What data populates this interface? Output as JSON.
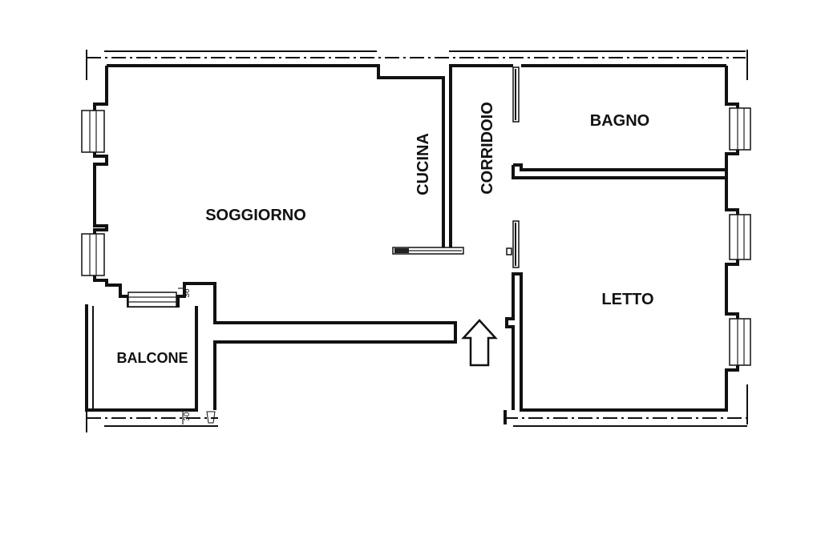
{
  "rooms": {
    "soggiorno": "SOGGIORNO",
    "cucina": "CUCINA",
    "corridoio": "CORRIDOIO",
    "bagno": "BAGNO",
    "letto": "LETTO",
    "balcone": "BALCONE"
  },
  "dimensions": {
    "balcony_right": "36",
    "balcony_bottom": "30"
  },
  "icons": {
    "entrance": "up-arrow-icon"
  }
}
